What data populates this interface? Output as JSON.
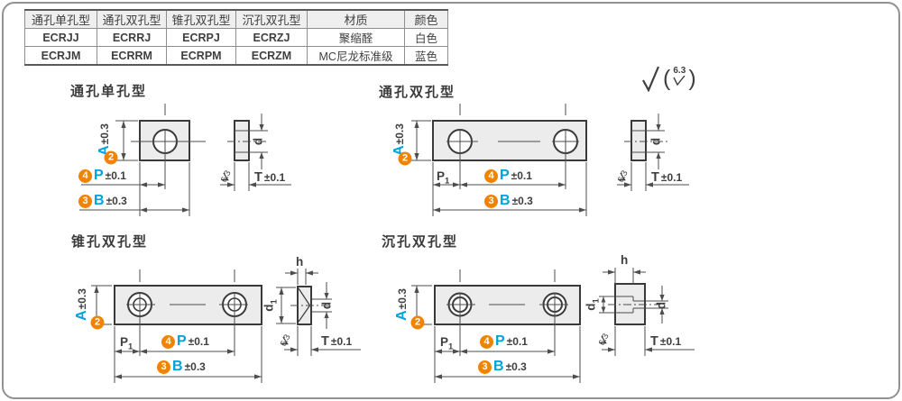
{
  "table": {
    "headers": [
      "通孔单孔型",
      "通孔双孔型",
      "锥孔双孔型",
      "沉孔双孔型",
      "材质",
      "颜色"
    ],
    "rows": [
      {
        "c0": "ECRJJ",
        "c1": "ECRRJ",
        "c2": "ECRPJ",
        "c3": "ECRZJ",
        "material": "聚缩醛",
        "color": "白色"
      },
      {
        "c0": "ECRJM",
        "c1": "ECRRM",
        "c2": "ECRPM",
        "c3": "ECRZM",
        "material": "MC尼龙标准级",
        "color": "蓝色"
      }
    ]
  },
  "surface_note": {
    "open": "(",
    "value": "6.3",
    "close": ")"
  },
  "sections": [
    {
      "title": "通孔单孔型"
    },
    {
      "title": "通孔双孔型"
    },
    {
      "title": "锥孔双孔型"
    },
    {
      "title": "沉孔双孔型"
    }
  ],
  "dims": {
    "a": {
      "num": "2",
      "letter": "A",
      "tol": "±0.3"
    },
    "b": {
      "num": "3",
      "letter": "B",
      "tol": "±0.3"
    },
    "p": {
      "num": "4",
      "letter": "P",
      "tol": "±0.1"
    },
    "p1": {
      "base": "P",
      "sub": "1"
    },
    "t": {
      "letter": "T",
      "tol": "±0.1"
    },
    "d": "d",
    "d1": {
      "base": "d",
      "sub": "1"
    },
    "h": "h",
    "finish": "6.3"
  },
  "colors": {
    "accent_cyan": "#00a3d8",
    "badge_orange": "#f08300",
    "line": "#4d4d4d",
    "part_fill": "#ececec",
    "part_stroke": "#3a3a3a",
    "text": "#3f3f3f",
    "table_header_bg": "#efefef"
  }
}
